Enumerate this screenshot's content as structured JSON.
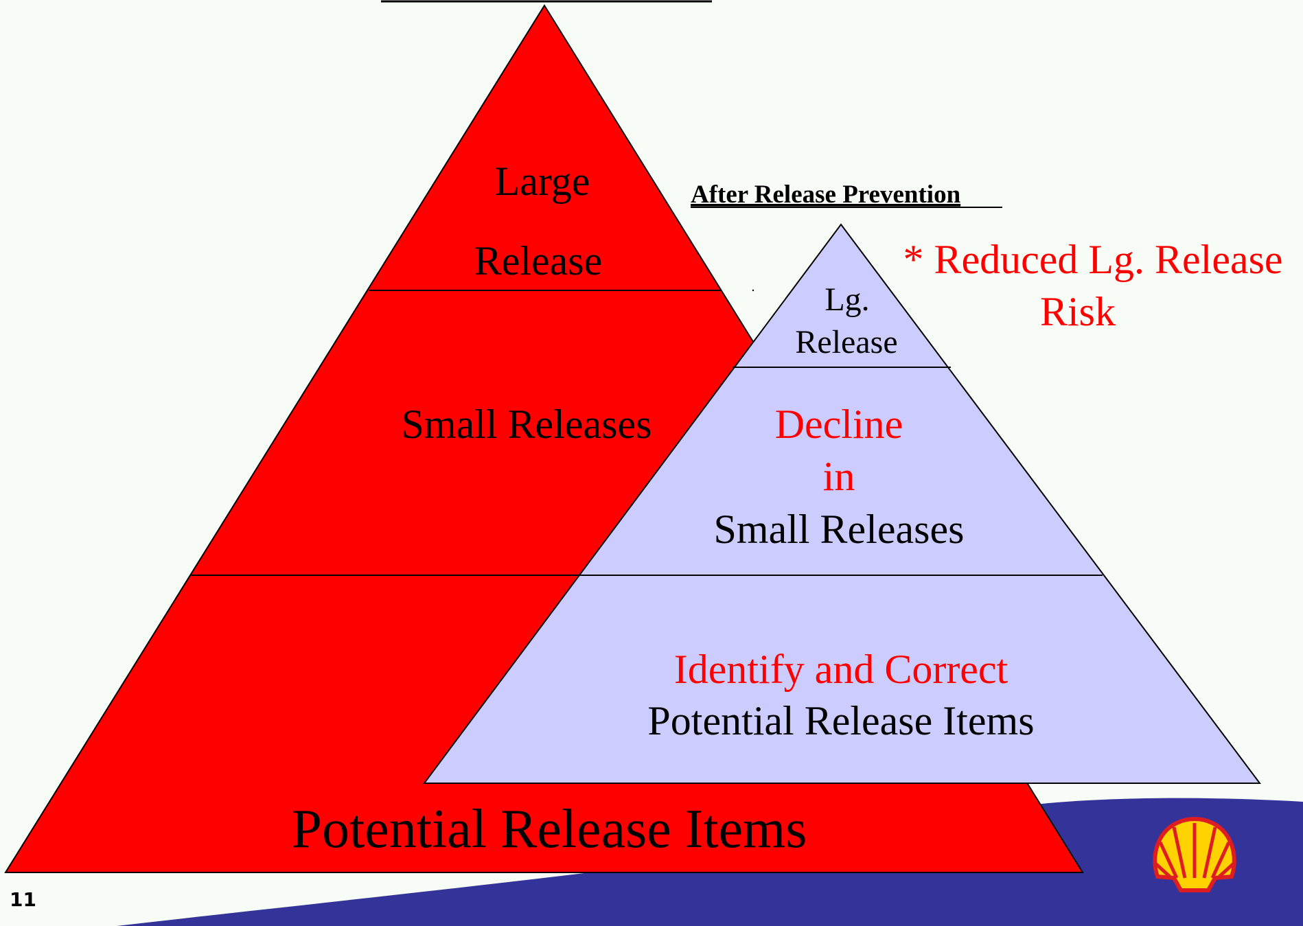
{
  "colors": {
    "background": "#f7fcf7",
    "before_pyramid": "#ff0000",
    "after_pyramid": "#ccccff",
    "accent_text": "#ff0000",
    "footer_wave": "#333399",
    "logo_yellow": "#ffd200",
    "logo_red": "#dd1d21"
  },
  "after_heading": "After Release Prevention",
  "before_pyramid": {
    "top_tier": {
      "line1": "Large",
      "line2": "Release"
    },
    "middle_tier": {
      "label": "Small Releases"
    },
    "base_tier": {
      "label": "Potential Release Items"
    }
  },
  "after_pyramid": {
    "top_tier": {
      "line1": "Lg.",
      "line2": "Release"
    },
    "middle_tier": {
      "line1": "Decline",
      "line2": "in",
      "line3": "Small Releases"
    },
    "base_tier": {
      "line1": "Identify and Correct",
      "line2": "Potential Release Items"
    }
  },
  "callout": {
    "line1": "* Reduced Lg. Release",
    "line2": "Risk"
  },
  "slide_number": "11",
  "logo": {
    "icon": "shell-logo-icon"
  }
}
